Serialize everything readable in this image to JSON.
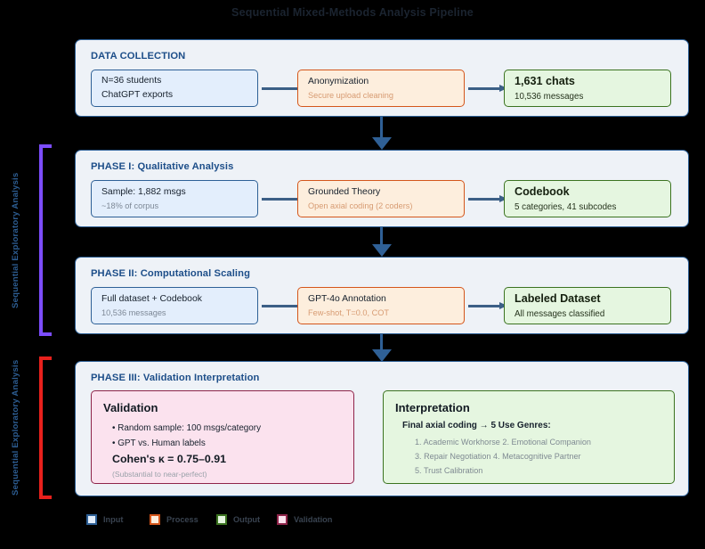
{
  "title": "Sequential Mixed-Methods Analysis Pipeline",
  "colors": {
    "input_border": "#2e6096",
    "input_fill": "#e3eefc",
    "process_border": "#d4561b",
    "process_fill": "#fdeedd",
    "output_border": "#3b7320",
    "output_fill": "#e5f6e0",
    "validation_border": "#8e2449",
    "validation_fill": "#fbe2ee",
    "bracket_phase_i_ii": "#7c4dff",
    "bracket_phase_iii": "#e8201c",
    "arrow": "#2f6096",
    "section_border": "#2e6096",
    "section_fill": "#eef2f7"
  },
  "brackets": [
    {
      "label": "Sequential Exploratory Analysis",
      "color": "#7c4dff"
    },
    {
      "label": "Sequential Exploratory Analysis",
      "color": "#e8201c"
    }
  ],
  "sections": [
    {
      "id": "data-collection",
      "title": "DATA COLLECTION",
      "nodes": [
        {
          "kind": "input",
          "line1": "N=36 students",
          "line2": "ChatGPT exports"
        },
        {
          "kind": "process",
          "line1": "Anonymization",
          "line2": "Secure upload cleaning"
        },
        {
          "kind": "output",
          "line1": "1,631 chats",
          "line2": "10,536 messages"
        }
      ]
    },
    {
      "id": "phase-i",
      "title": "PHASE I: Qualitative Analysis",
      "nodes": [
        {
          "kind": "input",
          "line1": "Sample: 1,882 msgs",
          "line2": "~18% of corpus"
        },
        {
          "kind": "process",
          "line1": "Grounded Theory",
          "line2": "Open axial coding (2 coders)"
        },
        {
          "kind": "output",
          "line1": "Codebook",
          "line2": "5 categories, 41 subcodes"
        }
      ]
    },
    {
      "id": "phase-ii",
      "title": "PHASE II: Computational Scaling",
      "nodes": [
        {
          "kind": "input",
          "line1": "Full dataset + Codebook",
          "line2": "10,536 messages"
        },
        {
          "kind": "process",
          "line1": "GPT-4o Annotation",
          "line2": "Few-shot, T=0.0, COT"
        },
        {
          "kind": "output",
          "line1": "Labeled Dataset",
          "line2": "All messages classified"
        }
      ]
    }
  ],
  "phase3": {
    "title": "PHASE III: Validation Interpretation",
    "validation": {
      "heading": "Validation",
      "bullet1": "• Random sample: 100 msgs/category",
      "bullet2": "• GPT vs. Human labels",
      "kappa": "Cohen's κ = 0.75–0.91",
      "note": "(Substantial to near-perfect)"
    },
    "interpretation": {
      "heading": "Interpretation",
      "subheading": "Final axial coding → 5 Use Genres:",
      "genres1": "1. Academic Workhorse 2. Emotional Companion",
      "genres2": "3. Repair Negotiation 4. Metacognitive Partner",
      "genres3": "5. Trust Calibration"
    }
  },
  "legend": [
    {
      "label": "Input",
      "kind": "input"
    },
    {
      "label": "Process",
      "kind": "process"
    },
    {
      "label": "Output",
      "kind": "output"
    },
    {
      "label": "Validation",
      "kind": "valid"
    }
  ]
}
